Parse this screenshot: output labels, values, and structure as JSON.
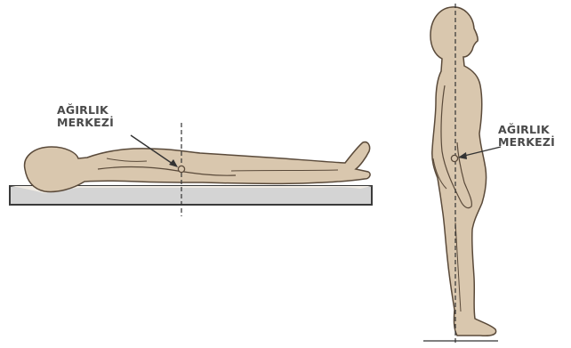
{
  "colors": {
    "skin": "#d9c7ae",
    "outline": "#5a4a3a",
    "board": "#d4d4d4",
    "board_edge": "#3a3a3a",
    "dashed_axis": "#333333",
    "label": "#4a4a4a"
  },
  "lying_figure": {
    "label_line1": "AĞIRLIK",
    "label_line2": "MERKEZİ"
  },
  "standing_figure": {
    "label_line1": "AĞIRLIK",
    "label_line2": "MERKEZİ"
  }
}
